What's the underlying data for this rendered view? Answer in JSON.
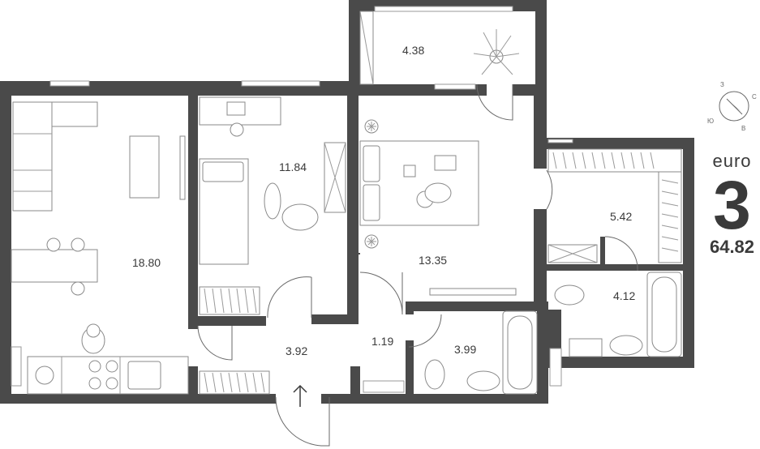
{
  "badge": {
    "label": "euro",
    "rooms": "3",
    "total_area": "64.82"
  },
  "rooms": [
    {
      "area": "18.80"
    },
    {
      "area": "11.84"
    },
    {
      "area": "13.35"
    },
    {
      "area": "4.38"
    },
    {
      "area": "5.42"
    },
    {
      "area": "4.12"
    },
    {
      "area": "3.92"
    },
    {
      "area": "1.19"
    },
    {
      "area": "3.99"
    }
  ],
  "compass": {
    "north": "З",
    "east": "С",
    "south": "В",
    "west": "Ю"
  },
  "icons": {
    "compass": "compass-icon",
    "entrance": "entrance-arrow-icon",
    "fan": "ventilation-icon",
    "plant": "plant-icon"
  },
  "colors": {
    "wall": "#4a4a4a",
    "text": "#3a3a3a",
    "line": "#8a8a8a"
  }
}
